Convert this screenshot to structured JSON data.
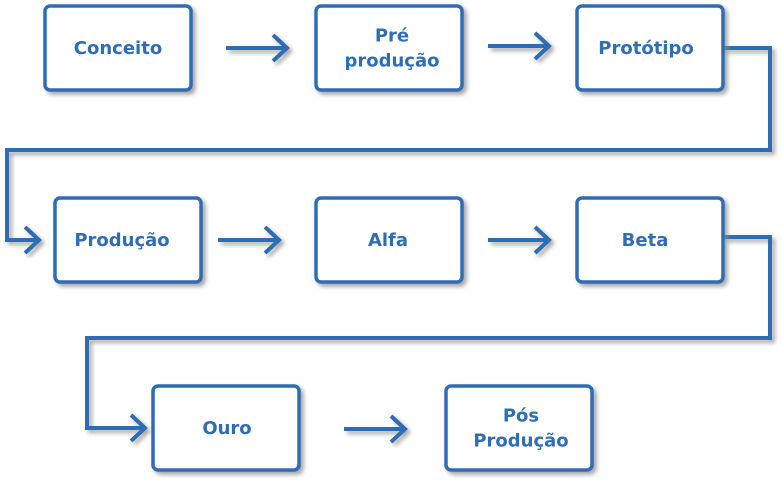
{
  "colors": {
    "stroke": "#2F6DB5",
    "text": "#2F6DB5",
    "fill": "#FFFFFF",
    "shadow": "#9A9A9A"
  },
  "stages": [
    {
      "id": "conceito",
      "lines": [
        "Conceito"
      ]
    },
    {
      "id": "pre-producao",
      "lines": [
        "Pré",
        "produção"
      ]
    },
    {
      "id": "prototipo",
      "lines": [
        "Protótipo"
      ]
    },
    {
      "id": "producao",
      "lines": [
        "Produção"
      ]
    },
    {
      "id": "alfa",
      "lines": [
        "Alfa"
      ]
    },
    {
      "id": "beta",
      "lines": [
        "Beta"
      ]
    },
    {
      "id": "ouro",
      "lines": [
        "Ouro"
      ]
    },
    {
      "id": "pos-producao",
      "lines": [
        "Pós",
        "Produção"
      ]
    }
  ],
  "flows": [
    {
      "from": "conceito",
      "to": "pre-producao"
    },
    {
      "from": "pre-producao",
      "to": "prototipo"
    },
    {
      "from": "prototipo",
      "to": "producao"
    },
    {
      "from": "producao",
      "to": "alfa"
    },
    {
      "from": "alfa",
      "to": "beta"
    },
    {
      "from": "beta",
      "to": "ouro"
    },
    {
      "from": "ouro",
      "to": "pos-producao"
    }
  ]
}
